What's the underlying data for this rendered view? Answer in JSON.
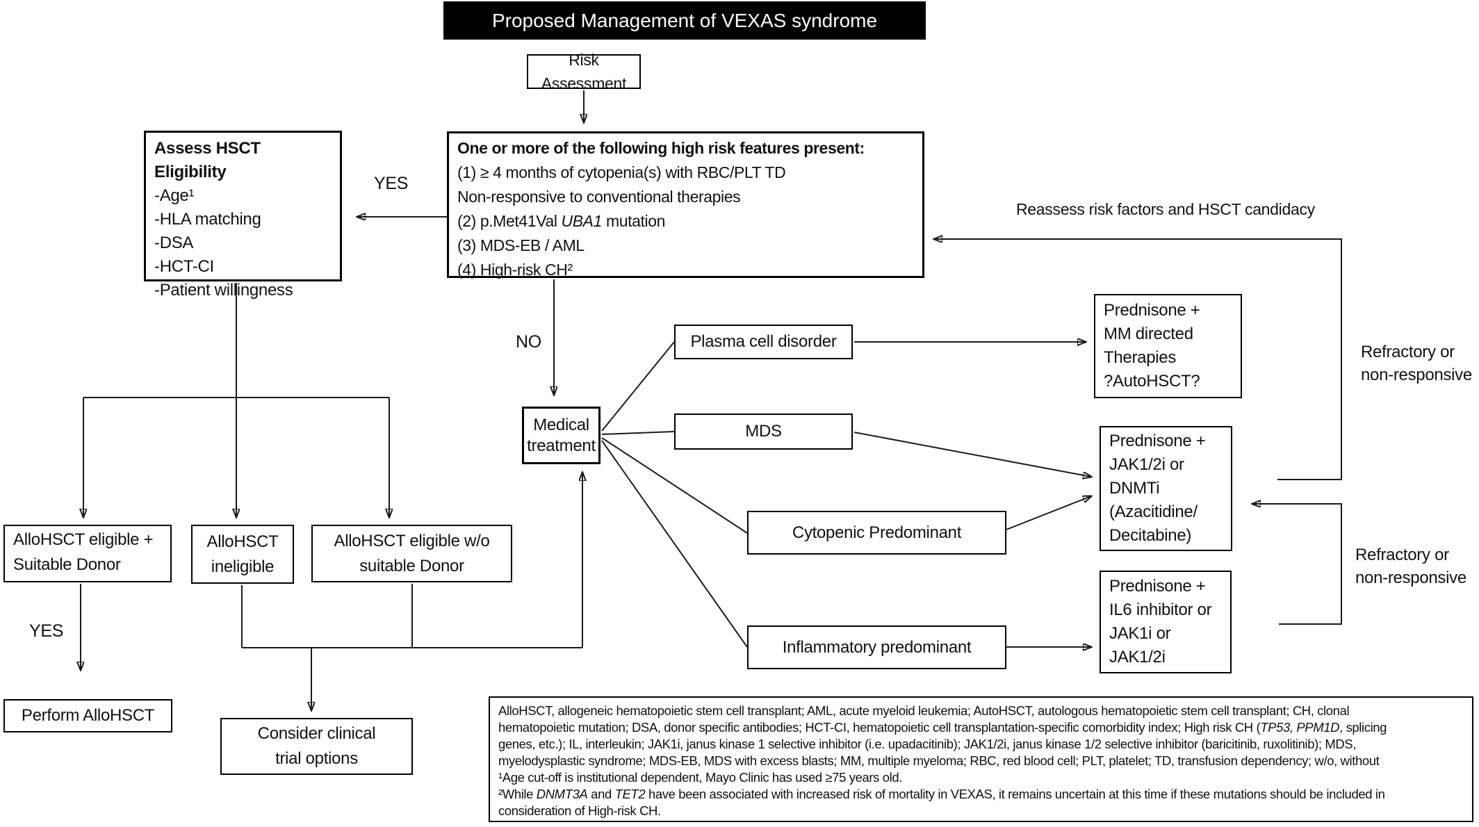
{
  "title": "Proposed Management of VEXAS syndrome",
  "colors": {
    "title_bg": "#000000",
    "title_fg": "#ffffff",
    "box_border": "#000000",
    "text": "#111111"
  },
  "nodes": {
    "risk": {
      "label": "Risk Assessment"
    },
    "high_risk": {
      "lines": [
        [
          {
            "t": "One or more of the following high risk features present:",
            "b": true
          }
        ],
        "(1) ≥ 4 months of cytopenia(s) with RBC/PLT TD",
        "Non-responsive to conventional therapies",
        [
          {
            "t": "(2) p.Met41Val "
          },
          {
            "t": "UBA1",
            "i": true
          },
          {
            "t": " mutation"
          }
        ],
        "(3) MDS-EB / AML",
        "(4) High-risk CH²"
      ]
    },
    "assess": {
      "lines": [
        [
          {
            "t": "Assess HSCT Eligibility",
            "b": true
          }
        ],
        "-Age¹",
        "-HLA matching",
        "-DSA",
        "-HCT-CI",
        "-Patient willingness"
      ]
    },
    "medical": {
      "lines": [
        "Medical",
        "treatment"
      ]
    },
    "plasma": {
      "label": "Plasma cell disorder"
    },
    "mds": {
      "label": "MDS"
    },
    "cytopenic": {
      "label": "Cytopenic Predominant"
    },
    "inflammatory": {
      "label": "Inflammatory predominant"
    },
    "mm_therapy": {
      "lines": [
        "Prednisone +",
        "MM directed",
        "Therapies",
        "?AutoHSCT?"
      ]
    },
    "jak_therapy": {
      "lines": [
        "Prednisone +",
        "JAK1/2i or",
        "DNMTi",
        "(Azacitidine/",
        "Decitabine)"
      ]
    },
    "il6_therapy": {
      "lines": [
        "Prednisone +",
        "IL6 inhibitor or",
        "JAK1i or",
        "JAK1/2i"
      ]
    },
    "allo_donor": {
      "lines": [
        "AlloHSCT eligible +",
        "Suitable Donor"
      ]
    },
    "allo_ineligible": {
      "lines": [
        "AlloHSCT",
        "ineligible"
      ]
    },
    "allo_wo_donor": {
      "lines": [
        "AlloHSCT eligible w/o",
        "suitable Donor"
      ]
    },
    "perform": {
      "label": "Perform AlloHSCT"
    },
    "consider": {
      "lines": [
        "Consider clinical",
        "trial options"
      ]
    }
  },
  "labels": {
    "yes_top": "YES",
    "no": "NO",
    "yes_bottom": "YES",
    "reassess": "Reassess risk factors and HSCT candidacy",
    "refractory_top": "Refractory or non-responsive",
    "refractory_bottom": "Refractory or non-responsive"
  },
  "footnote": {
    "lines": [
      "AlloHSCT, allogeneic hematopoietic stem cell transplant; AML, acute myeloid leukemia; AutoHSCT, autologous hematopoietic stem cell transplant; CH, clonal",
      [
        {
          "t": "hematopoietic mutation; DSA, donor specific antibodies; HCT-CI, hematopoietic cell transplantation-specific comorbidity index; High risk CH ("
        },
        {
          "t": "TP53, PPM1D",
          "i": true
        },
        {
          "t": ", splicing"
        }
      ],
      "genes, etc.); IL, interleukin; JAK1i, janus kinase 1 selective inhibitor (i.e. upadacitinib); JAK1/2i, janus kinase 1/2 selective inhibitor (baricitinib, ruxolitinib); MDS,",
      "myelodysplastic syndrome; MDS-EB, MDS with excess blasts; MM, multiple myeloma; RBC, red blood cell; PLT, platelet; TD, transfusion dependency; w/o, without",
      "¹Age cut-off is institutional dependent, Mayo Clinic has used ≥75 years old.",
      [
        {
          "t": "²While "
        },
        {
          "t": "DNMT3A",
          "i": true
        },
        {
          "t": " and "
        },
        {
          "t": "TET2",
          "i": true
        },
        {
          "t": " have been associated with increased risk of mortality in VEXAS, it remains uncertain at this time if these mutations should be included in"
        }
      ],
      "consideration of High-risk CH."
    ]
  }
}
